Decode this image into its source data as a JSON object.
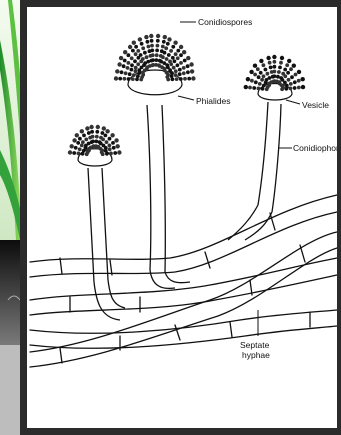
{
  "diagram": {
    "labels": {
      "conidiospores": "Conidiospores",
      "phialides": "Phialides",
      "vesicle": "Vesicle",
      "conidiophore": "Conidiophore",
      "septate_line1": "Septate",
      "septate_line2": "hyphae"
    }
  },
  "colors": {
    "frame": "#2b2b2b",
    "paper": "#ffffff",
    "ink": "#111111",
    "leaf_light": "#7fd14a",
    "leaf_dark": "#1f8c2a"
  }
}
